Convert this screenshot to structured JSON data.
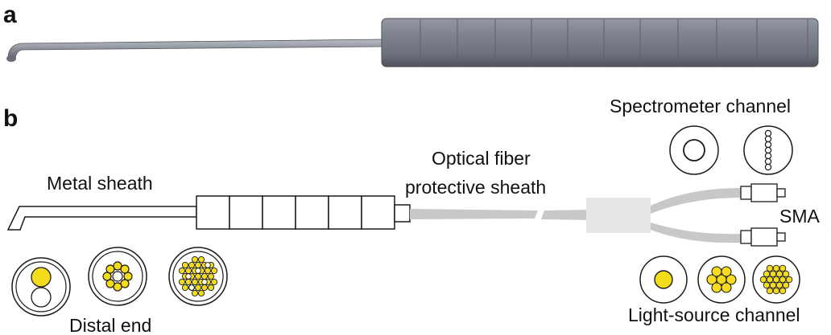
{
  "panel_a": {
    "letter": "a"
  },
  "panel_b": {
    "letter": "b",
    "labels": {
      "metal_sheath": "Metal sheath",
      "optical_fiber_line1": "Optical fiber",
      "optical_fiber_line2": "protective sheath",
      "spectrometer_channel": "Spectrometer channel",
      "sma": "SMA",
      "distal_end": "Distal end",
      "light_source_channel": "Light-source channel"
    }
  },
  "colors": {
    "fiber_core": "#f4dc1c",
    "probe_body": "#8a8f9c",
    "protective_sheath": "#c8c8c8",
    "outline": "#1a1a1a"
  }
}
